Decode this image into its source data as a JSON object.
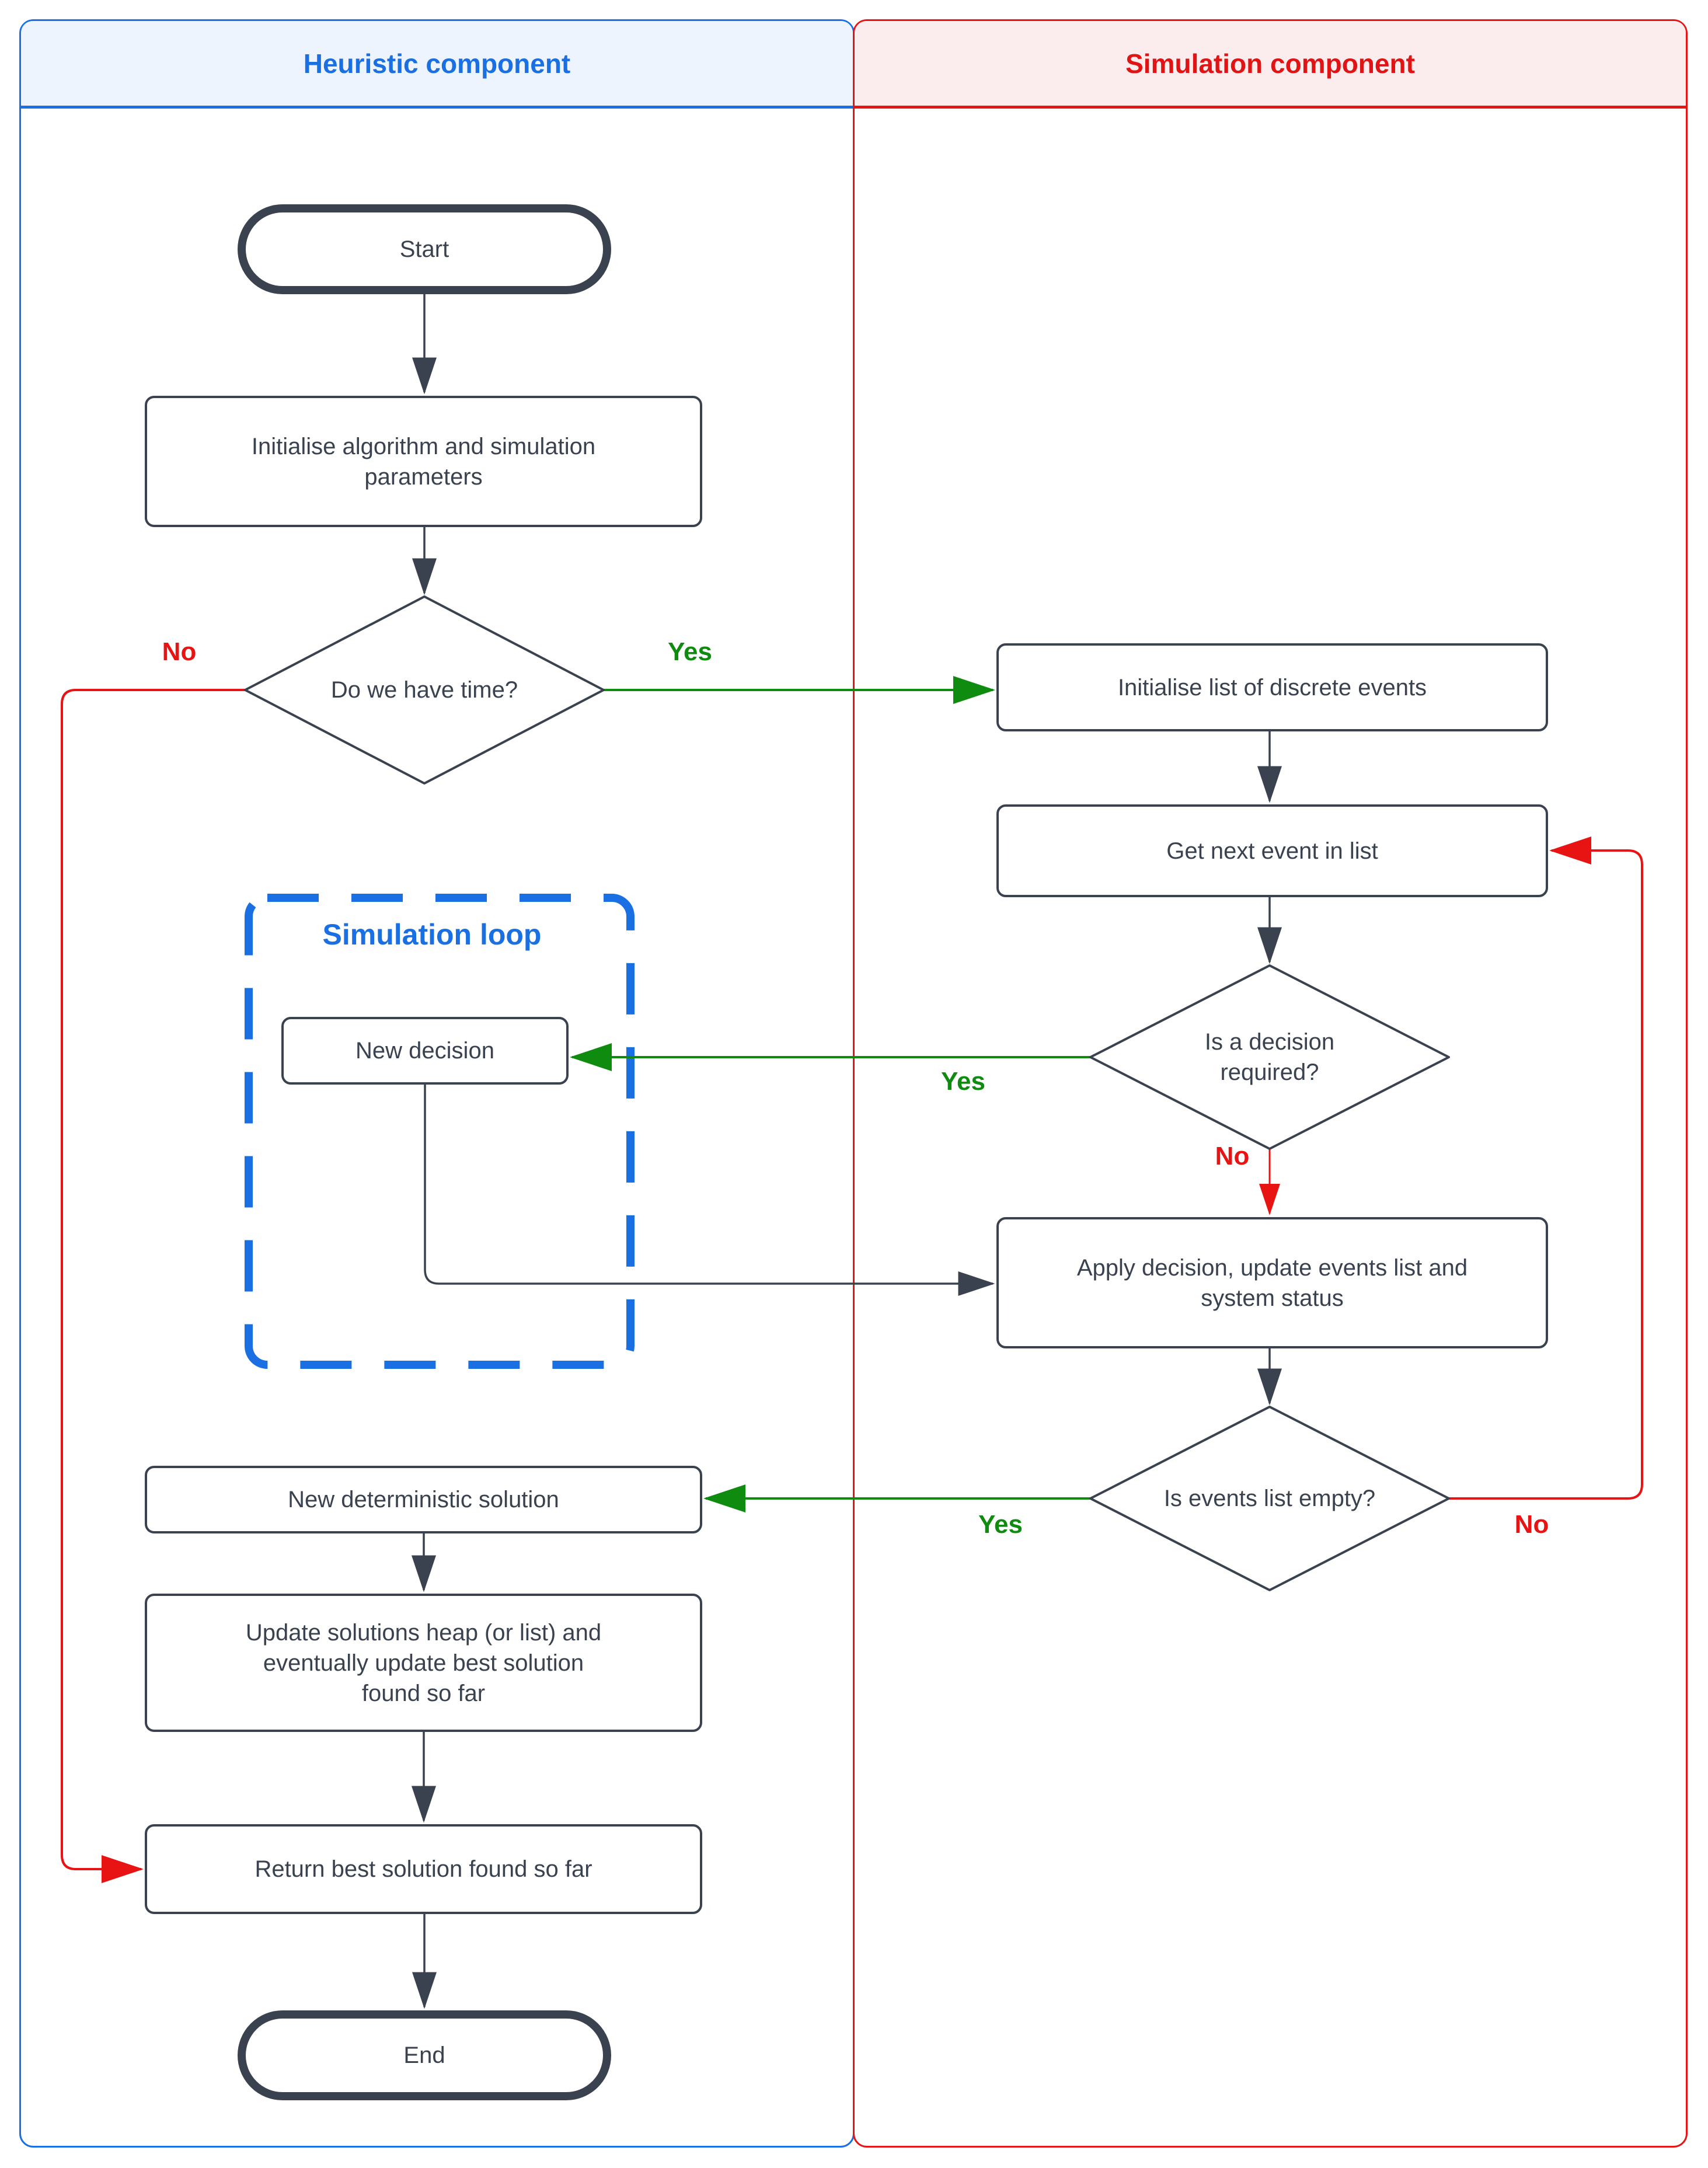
{
  "panels": {
    "heuristic": {
      "title": "Heuristic component"
    },
    "simulation": {
      "title": "Simulation component"
    }
  },
  "groups": {
    "simulation_loop": {
      "title": "Simulation loop"
    }
  },
  "nodes": {
    "start": "Start",
    "init_params": "Initialise algorithm and simulation parameters",
    "time_check": "Do we have time?",
    "init_events": "Initialise list of discrete events",
    "get_next_event": "Get next event in list",
    "decision_required": "Is a decision required?",
    "new_decision": "New decision",
    "apply_decision": "Apply decision, update events list and system status",
    "events_empty": "Is events list empty?",
    "new_deterministic": "New deterministic solution",
    "update_heap": "Update solutions heap (or list) and eventually update best solution found so far",
    "return_best": "Return best solution found so far",
    "end": "End"
  },
  "edge_labels": {
    "time_no": "No",
    "time_yes": "Yes",
    "decision_yes": "Yes",
    "decision_no": "No",
    "empty_yes": "Yes",
    "empty_no": "No"
  },
  "colors": {
    "dark": "#39424E",
    "blue": "#1A70E2",
    "blue_fill": "#EDF4FD",
    "red": "#E81414",
    "red_fill": "#FBEDED",
    "green": "#0F8B0F"
  }
}
